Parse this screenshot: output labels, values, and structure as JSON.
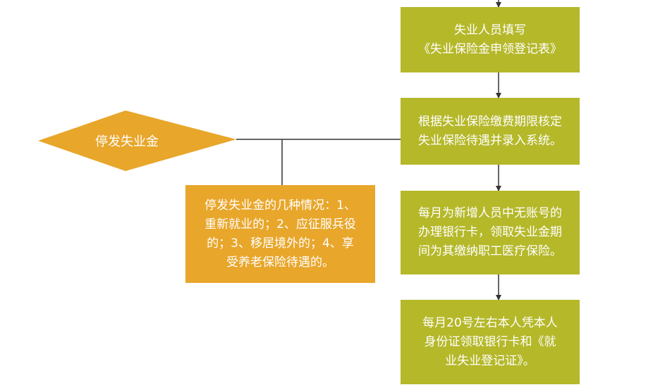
{
  "diagram": {
    "nodes": {
      "fill_form": {
        "line1": "失业人员填写",
        "line2": "《失业保险金申领登记表》"
      },
      "verify_record": {
        "text": "根据失业保险缴费期限核定\n失业保险待遇并录入系统。"
      },
      "bank_card": {
        "text": "每月为新增人员中无账号的\n办理银行卡，领取失业金期\n间为其缴纳职工医疗保险。"
      },
      "collect": {
        "text": "每月20号左右本人凭本人\n身份证领取银行卡和《就\n业失业登记证》。"
      },
      "stop_decision": {
        "label": "停发失业金"
      },
      "stop_conditions": {
        "text": "停发失业金的几种情况：1、\n重新就业的；2、应征服兵役\n的；3、移居境外的；4、享\n受养老保险待遇的。"
      }
    },
    "colors": {
      "green_box": "#b5b829",
      "orange": "#e8a62a",
      "connector": "#333333",
      "text": "#ffffff"
    }
  }
}
